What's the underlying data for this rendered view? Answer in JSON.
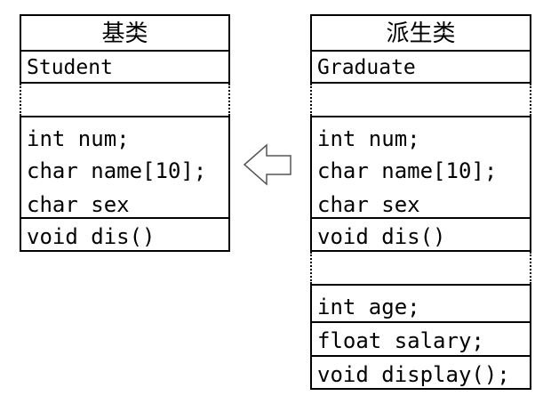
{
  "base": {
    "heading": "基类",
    "name": "Student",
    "members": [
      "int num;",
      "char name[10];",
      "char sex"
    ],
    "method": "void dis()"
  },
  "derived": {
    "heading": "派生类",
    "name": "Graduate",
    "inherited_members": [
      "int num;",
      "char name[10];",
      "char sex"
    ],
    "inherited_method": "void dis()",
    "new_members": [
      "int age;",
      "float salary;",
      "void display();"
    ]
  },
  "icons": {
    "arrow": "left-arrow-icon"
  }
}
